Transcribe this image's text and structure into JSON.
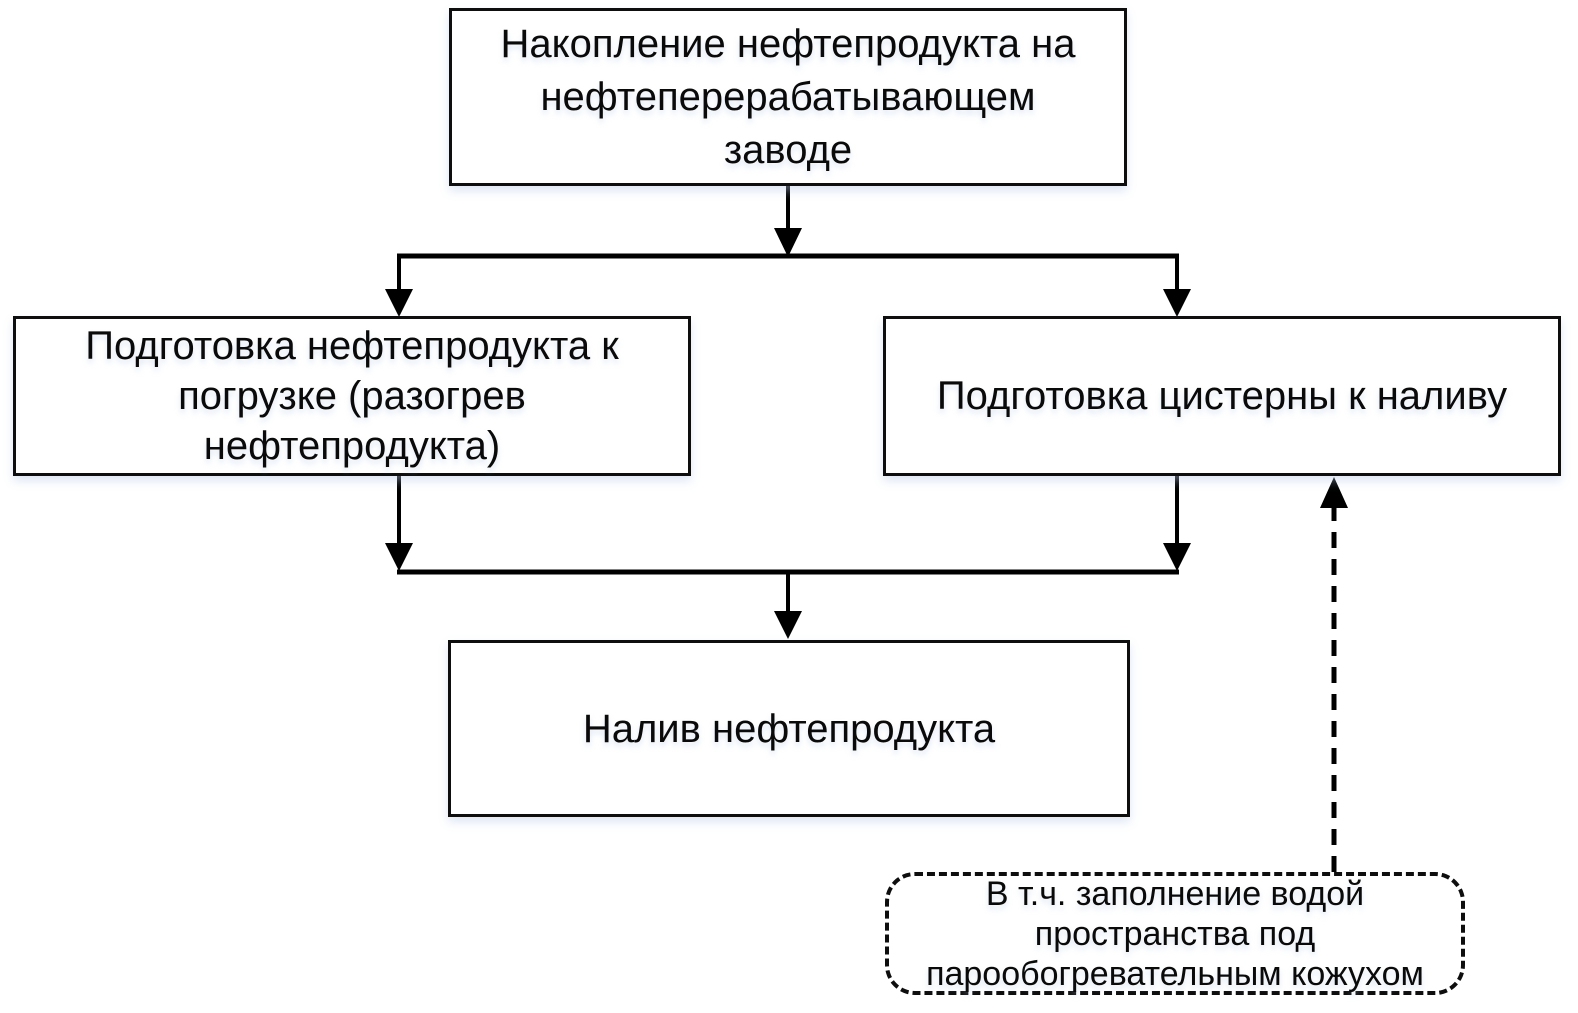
{
  "diagram": {
    "type": "flowchart",
    "language": "ru",
    "colors": {
      "background": "#ffffff",
      "box_fill": "#ffffff",
      "box_border": "#0e0e0e",
      "connector": "#000000",
      "text": "#0a0a0a"
    },
    "nodes": {
      "accumulation": {
        "label": "Накопление нефтепродукта на нефтеперерабатывающем заводе",
        "lines": [
          "Накопление нефтепродукта на",
          "нефтеперерабатывающем",
          "заводе"
        ],
        "shape": "rectangle",
        "border": "solid"
      },
      "product_prep": {
        "label": "Подготовка нефтепродукта к погрузке (разогрев нефтепродукта)",
        "lines": [
          "Подготовка нефтепродукта к",
          "погрузке (разогрев",
          "нефтепродукта)"
        ],
        "shape": "rectangle",
        "border": "solid"
      },
      "tank_prep": {
        "label": "Подготовка цистерны к наливу",
        "lines": [
          "Подготовка цистерны к наливу"
        ],
        "shape": "rectangle",
        "border": "solid"
      },
      "loading": {
        "label": "Налив нефтепродукта",
        "lines": [
          "Налив нефтепродукта"
        ],
        "shape": "rectangle",
        "border": "solid"
      },
      "note": {
        "label": "В т.ч. заполнение водой пространства под парообогревательным кожухом",
        "lines": [
          "В т.ч. заполнение водой",
          "пространства под",
          "парообогревательным кожухом"
        ],
        "shape": "rounded-rectangle",
        "border": "dashed"
      }
    },
    "edges": [
      {
        "from": "accumulation",
        "to": "product_prep",
        "style": "solid",
        "arrowhead": "filled-triangle"
      },
      {
        "from": "accumulation",
        "to": "tank_prep",
        "style": "solid",
        "arrowhead": "filled-triangle"
      },
      {
        "from": "product_prep",
        "to": "loading",
        "style": "solid",
        "arrowhead": "filled-triangle"
      },
      {
        "from": "tank_prep",
        "to": "loading",
        "style": "solid",
        "arrowhead": "filled-triangle"
      },
      {
        "from": "note",
        "to": "tank_prep",
        "style": "dashed",
        "arrowhead": "filled-triangle"
      }
    ]
  }
}
